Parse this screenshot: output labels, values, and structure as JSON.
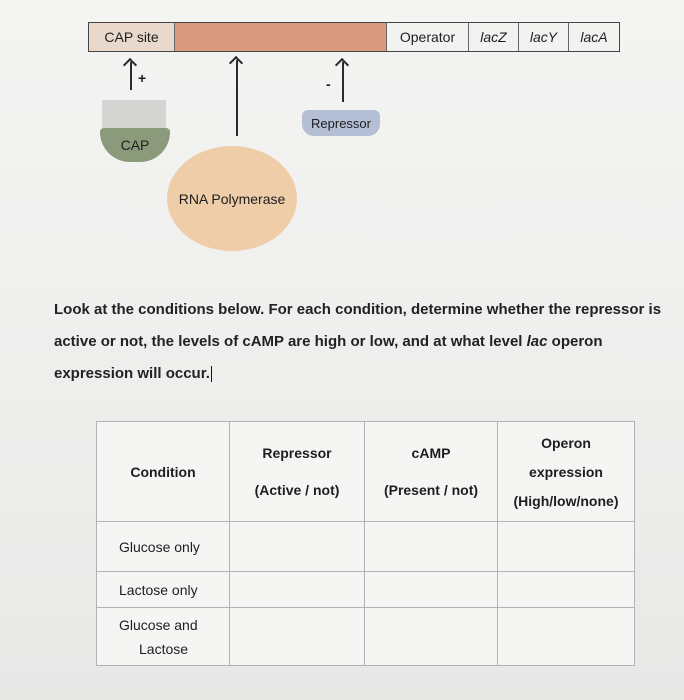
{
  "diagram": {
    "gene_bar": {
      "cap_site": "CAP site",
      "operator": "Operator",
      "genes": [
        "lacZ",
        "lacY",
        "lacA"
      ]
    },
    "signs": {
      "cap": "+",
      "repressor": "-"
    },
    "cap_label": "CAP",
    "repressor_label": "Repressor",
    "rna_polymerase_label": "RNA Polymerase"
  },
  "prompt": {
    "text_before_italic": "Look at the conditions below. For each condition, determine whether the repressor is active or not, the levels of cAMP are high or low, and at what level ",
    "italic_word": "lac",
    "text_after_italic": " operon expression will occur."
  },
  "table": {
    "headers": {
      "condition": "Condition",
      "repressor_title": "Repressor",
      "repressor_sub": "(Active / not)",
      "camp_title": "cAMP",
      "camp_sub": "(Present / not)",
      "operon_title": "Operon",
      "operon_title2": "expression",
      "operon_sub": "(High/low/none)"
    },
    "rows": [
      {
        "condition": "Glucose only"
      },
      {
        "condition": "Lactose only"
      },
      {
        "condition_line1": "Glucose and",
        "condition_line2": "Lactose"
      }
    ]
  }
}
